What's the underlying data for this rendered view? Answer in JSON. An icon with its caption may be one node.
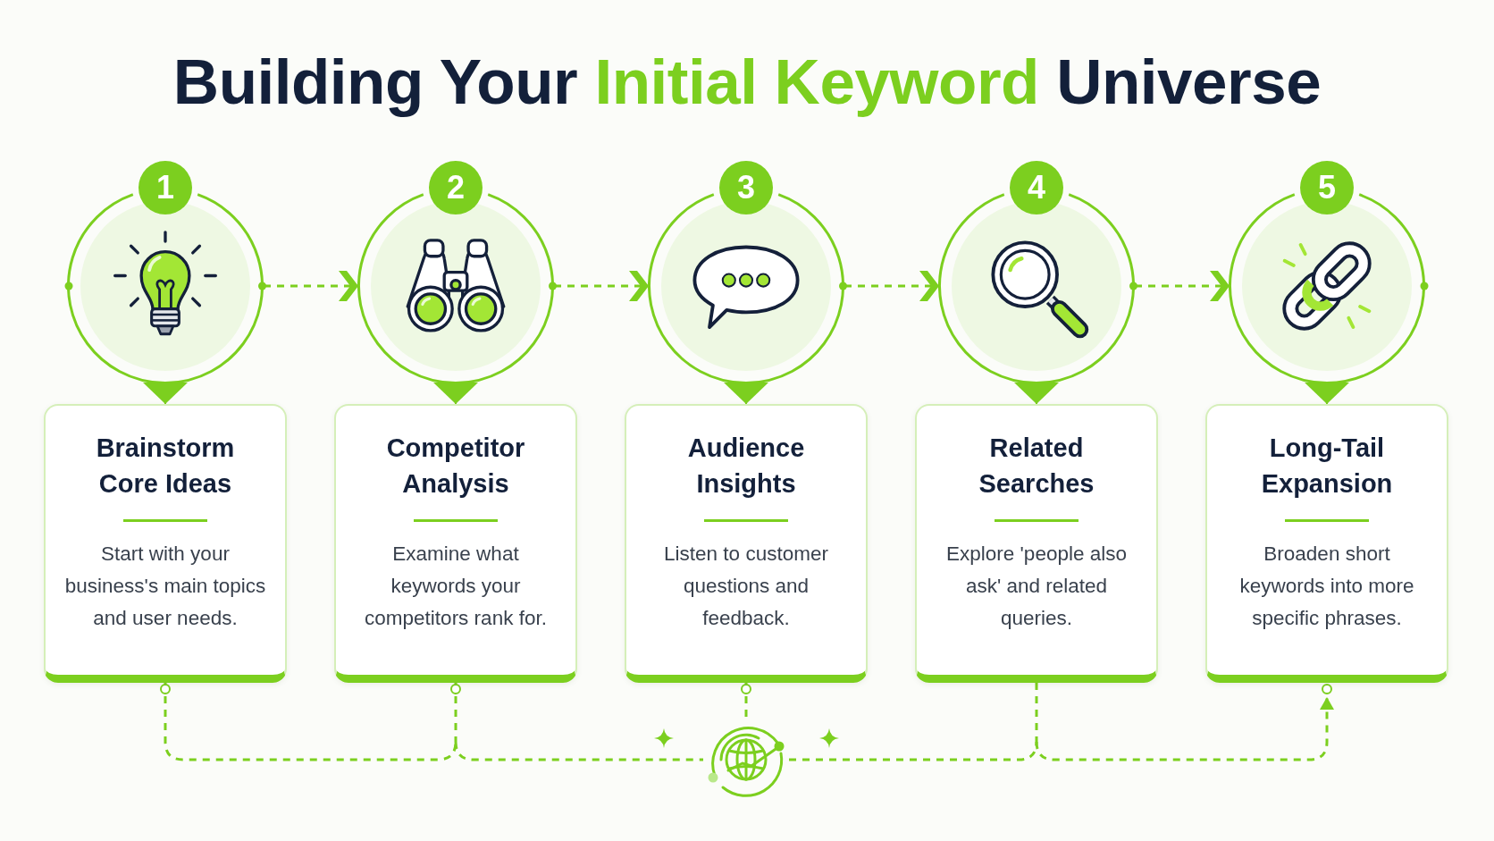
{
  "diagram": {
    "title": "Building Your Initial Keyword Universe",
    "nodes": [
      {
        "text": [
          "1"
        ]
      },
      {
        "text": [
          "2"
        ]
      },
      {
        "text": [
          "3"
        ]
      },
      {
        "text": [
          "4"
        ]
      },
      {
        "text": [
          "5"
        ]
      },
      {
        "text": [
          "Brainstorm Core Ideas",
          "Start with your business's main topics and user needs."
        ]
      },
      {
        "text": [
          "Competitor Analysis",
          "Examine what keywords your competitors rank for."
        ]
      },
      {
        "text": [
          "Audience Insights",
          "Listen to customer questions and feedback."
        ]
      },
      {
        "text": [
          "Related Searches",
          "Explore 'people also ask' and related queries."
        ]
      },
      {
        "text": [
          "Long-Tail Expansion",
          "Broaden short keywords into more specific phrases."
        ]
      },
      {
        "text": [],
        "shape": "picture"
      }
    ],
    "edges": [
      {
        "from": 0,
        "to": 1,
        "arrow": "to",
        "style": "dashed"
      },
      {
        "from": 1,
        "to": 2,
        "arrow": "to",
        "style": "dashed"
      },
      {
        "from": 2,
        "to": 3,
        "arrow": "to",
        "style": "dashed"
      },
      {
        "from": 3,
        "to": 4,
        "arrow": "to",
        "style": "dashed"
      },
      {
        "from": 0,
        "to": 5,
        "arrow": "to"
      },
      {
        "from": 1,
        "to": 6,
        "arrow": "to"
      },
      {
        "from": 2,
        "to": 7,
        "arrow": "to"
      },
      {
        "from": 3,
        "to": 8,
        "arrow": "to"
      },
      {
        "from": 4,
        "to": 9,
        "arrow": "to"
      },
      {
        "from": 5,
        "to": 10,
        "arrow": "other",
        "style": "dashed"
      },
      {
        "from": 6,
        "to": 10,
        "arrow": "other",
        "style": "dashed"
      },
      {
        "from": 7,
        "to": 10,
        "arrow": "other",
        "style": "dashed"
      },
      {
        "from": 10,
        "to": 9,
        "arrow": "to",
        "style": "dashed"
      },
      {
        "from": 8,
        "to": 9,
        "arrow": "to",
        "style": "dashed"
      }
    ]
  }
}
